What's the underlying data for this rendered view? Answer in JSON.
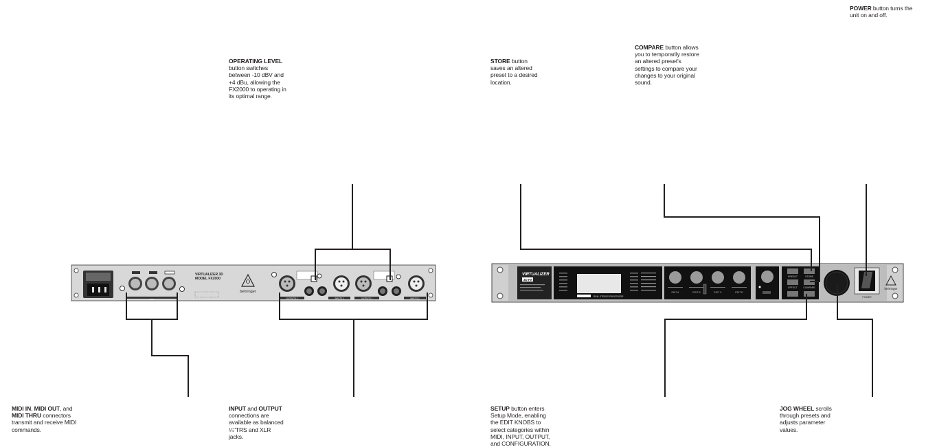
{
  "callouts": {
    "operating_level": {
      "bold": "OPERATING LEVEL",
      "text": " button switches between -10 dBV and +4 dBu, allowing the FX2000 to operating in its optimal range."
    },
    "midi": {
      "bold1": "MIDI IN",
      "sep1": ", ",
      "bold2": "MIDI OUT",
      "sep2": ", and ",
      "bold3": "MIDI THRU",
      "text": " connectors transmit and receive MIDI commands."
    },
    "input_output": {
      "bold1": "INPUT",
      "sep": " and ",
      "bold2": "OUTPUT",
      "text": " connections are available as balanced ¼\"TRS and XLR jacks."
    },
    "store": {
      "bold": "STORE",
      "text": " button saves an altered preset to a desired location."
    },
    "compare": {
      "bold": "COMPARE",
      "text": " button allows you to temporarily restore an altered preset's settings to compare your changes to your original sound."
    },
    "power": {
      "bold": "POWER",
      "text": " button turns the unit on and off."
    },
    "setup": {
      "bold": "SETUP",
      "text": " button enters Setup Mode, enabling the EDIT KNOBS to select categories within MIDI, INPUT, OUTPUT, and CONFIGURATION."
    },
    "jog_wheel": {
      "bold": "JOG WHEEL",
      "text": " scrolls through presets and adjusts parameter values."
    }
  },
  "rear_panel": {
    "model_line1": "VIRTUALIZER 3D",
    "model_line2": "MODEL FX2000",
    "brand": "behringer",
    "midi_label": "MIDI",
    "outputs2": "OUTPUTS 2",
    "inputs2": "INPUTS 2",
    "outputs1": "OUTPUTS 1",
    "inputs1": "INPUTS 1"
  },
  "front_panel": {
    "logo": "VIRTUALIZER",
    "logo_sub": "3D FX",
    "preset": "PRESET",
    "store": "STORE",
    "effect": "EFFECT",
    "compare": "COMPARE",
    "power": "POWER",
    "brand": "behringer",
    "strip_text": "REAL STEREO PROCESSOR",
    "edit_labels": [
      "EDIT A",
      "EDIT B",
      "EDIT C",
      "EDIT D"
    ]
  }
}
